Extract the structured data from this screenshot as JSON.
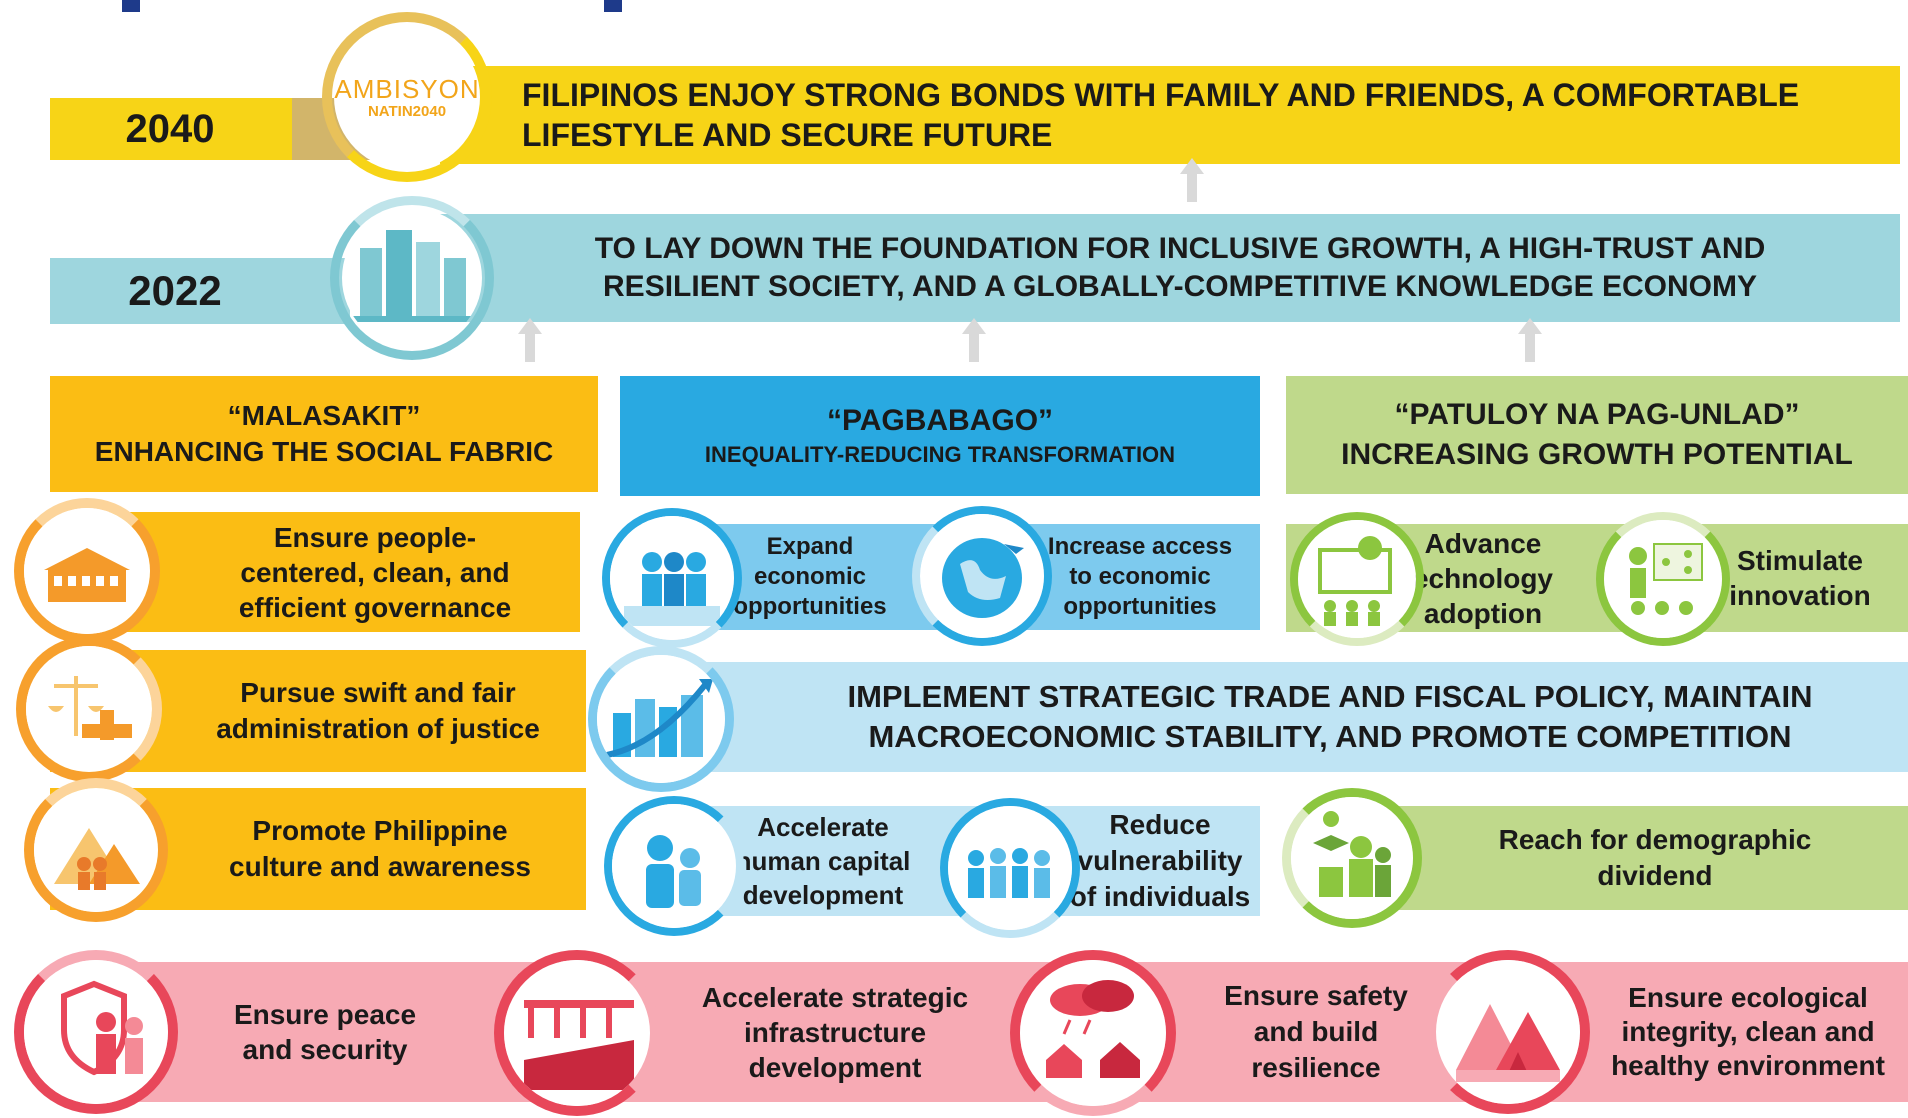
{
  "vision": {
    "year": "2040",
    "logo_line1": "AMBISYON",
    "logo_line2": "NATIN2040",
    "text": "FILIPINOS ENJOY STRONG BONDS WITH FAMILY AND FRIENDS, A COMFORTABLE\nLIFESTYLE AND SECURE FUTURE"
  },
  "goal": {
    "year": "2022",
    "text": "TO LAY DOWN THE FOUNDATION FOR INCLUSIVE GROWTH, A HIGH-TRUST AND\nRESILIENT SOCIETY, AND A GLOBALLY-COMPETITIVE KNOWLEDGE ECONOMY"
  },
  "pillars": {
    "malasakit": {
      "title": "“MALASAKIT”",
      "subtitle": "ENHANCING THE SOCIAL FABRIC"
    },
    "pagbabago": {
      "title": "“PAGBABAGO”",
      "subtitle": "INEQUALITY-REDUCING TRANSFORMATION"
    },
    "patuloy": {
      "title": "“PATULOY NA PAG-UNLAD”",
      "subtitle": "INCREASING GROWTH POTENTIAL"
    }
  },
  "malasakit_items": [
    "Ensure people-\ncentered, clean, and\nefficient governance",
    "Pursue swift and fair\nadministration of justice",
    "Promote Philippine\nculture and awareness"
  ],
  "pagbabago_items": {
    "expand": "Expand\neconomic\nopportunities",
    "access": "Increase access\nto economic\nopportunities",
    "human": "Accelerate\nhuman capital\ndevelopment",
    "vulnerability": "Reduce\nvulnerability\nof individuals"
  },
  "patuloy_items": {
    "technology": "Advance\nechnology\nadoption",
    "innovation": "Stimulate\ninnovation",
    "demographic": "Reach for demographic\ndividend"
  },
  "macro": "IMPLEMENT STRATEGIC TRADE AND FISCAL POLICY, MAINTAIN\nMACROECONOMIC STABILITY, AND PROMOTE COMPETITION",
  "foundation": [
    "Ensure peace\nand security",
    "Accelerate strategic\ninfrastructure\ndevelopment",
    "Ensure safety\nand build\nresilience",
    "Ensure ecological\nintegrity, clean and\nhealthy environment"
  ],
  "colors": {
    "yellow": "#F7D417",
    "teal": "#9ED6DE",
    "orange": "#FBBD14",
    "blue": "#29A9E1",
    "lightblue": "#BFE4F4",
    "midblue": "#7DCAEE",
    "green": "#BFD98B",
    "pink": "#F7AAB4",
    "red": "#E8475A",
    "navy": "#1E3A8A"
  }
}
